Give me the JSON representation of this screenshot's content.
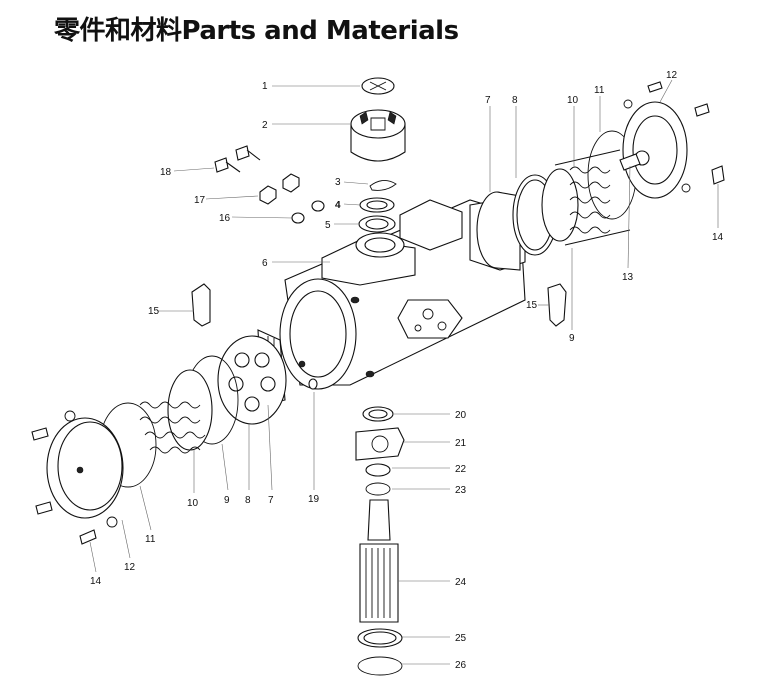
{
  "header": {
    "title": "零件和材料Parts and Materials"
  },
  "callouts": {
    "c1": "1",
    "c2": "2",
    "c3": "3",
    "c4": "4",
    "c5": "5",
    "c6": "6",
    "c7a": "7",
    "c7b": "7",
    "c8a": "8",
    "c8b": "8",
    "c9a": "9",
    "c9b": "9",
    "c10a": "10",
    "c10b": "10",
    "c11a": "11",
    "c11b": "11",
    "c12a": "12",
    "c12b": "12",
    "c13": "13",
    "c14a": "14",
    "c14b": "14",
    "c15a": "15",
    "c15b": "15",
    "c16": "16",
    "c17": "17",
    "c18": "18",
    "c19": "19",
    "c20": "20",
    "c21": "21",
    "c22": "22",
    "c23": "23",
    "c24": "24",
    "c25": "25",
    "c26": "26"
  }
}
